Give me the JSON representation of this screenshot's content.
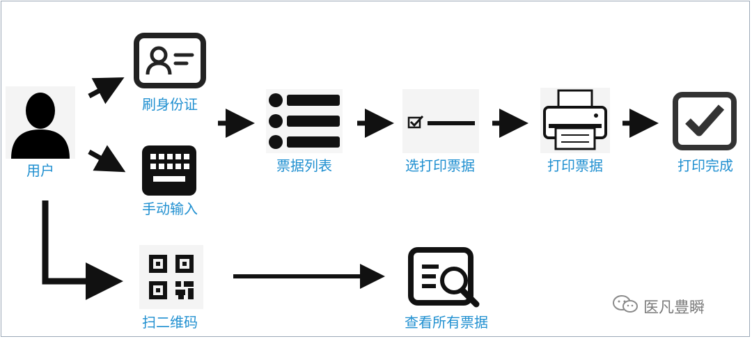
{
  "nodes": {
    "user": "用户",
    "swipe_id": "刷身份证",
    "manual_input": "手动输入",
    "scan_qr": "扫二维码",
    "ticket_list": "票据列表",
    "select_print": "选打印票据",
    "print_ticket": "打印票据",
    "print_done": "打印完成",
    "view_all": "查看所有票据"
  },
  "watermark": "医凡豊瞬",
  "colors": {
    "label": "#1f8fd0",
    "icon": "#111111",
    "border": "#9aa7b6"
  }
}
